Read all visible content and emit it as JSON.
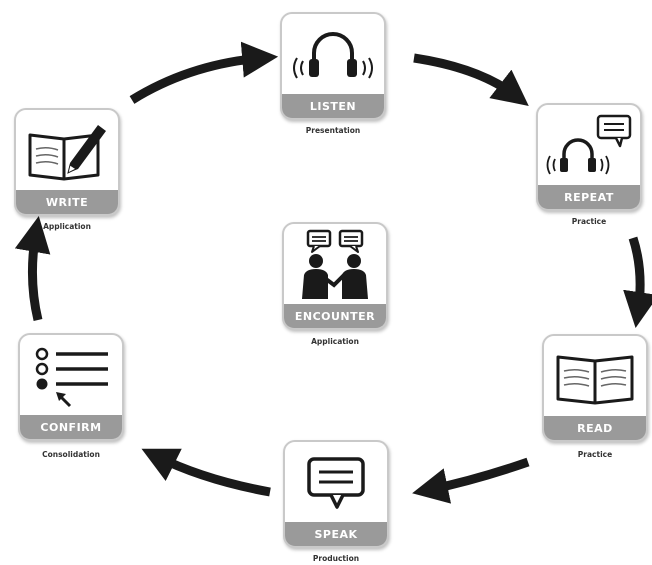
{
  "colors": {
    "ink": "#1a1a1a",
    "label_bg": "#9a9a9a",
    "label_text": "#ffffff",
    "tile_border": "#c9c9c9"
  },
  "steps": {
    "listen": {
      "label": "LISTEN",
      "caption": "Presentation",
      "icon": "headphones-icon"
    },
    "repeat": {
      "label": "REPEAT",
      "caption": "Practice",
      "icon": "headphones-speech-bubble-icon"
    },
    "read": {
      "label": "READ",
      "caption": "Practice",
      "icon": "open-book-icon"
    },
    "speak": {
      "label": "SPEAK",
      "caption": "Production",
      "icon": "speech-bubble-icon"
    },
    "confirm": {
      "label": "CONFIRM",
      "caption": "Consolidation",
      "icon": "checklist-icon"
    },
    "write": {
      "label": "WRITE",
      "caption": "Application",
      "icon": "book-pencil-icon"
    },
    "encounter": {
      "label": "ENCOUNTER",
      "caption": "Application",
      "icon": "two-people-talking-icon"
    }
  },
  "cycle_order": [
    "listen",
    "repeat",
    "read",
    "speak",
    "confirm",
    "write"
  ]
}
